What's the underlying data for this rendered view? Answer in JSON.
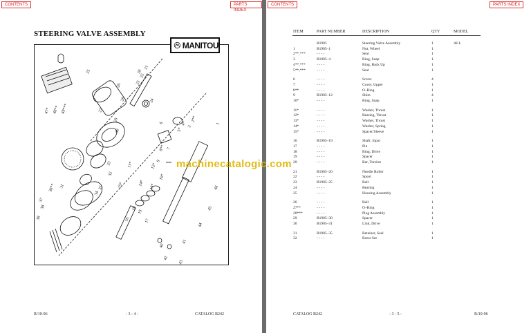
{
  "nav": {
    "contents": "CONTENTS",
    "parts_index": "PARTS INDEX"
  },
  "left_page": {
    "title": "STEERING VALVE ASSEMBLY",
    "logo_text": "MANITOU",
    "footer_left": "R/10-96",
    "footer_center": "- 3 - 4 -",
    "footer_right": "CATALOG B242"
  },
  "right_page": {
    "headers": {
      "item": "ITEM",
      "part_number": "PART NUMBER",
      "description": "DESCRIPTION",
      "qty": "QTY",
      "model": "MODEL"
    },
    "rows": [
      {
        "item": "",
        "part": "B1905",
        "desc": "Steering Valve Assembly",
        "qty": "1",
        "model": "ALL"
      },
      {
        "item": "1",
        "part": "B1905–1",
        "desc": "Nut, Wheel",
        "qty": "1",
        "model": ""
      },
      {
        "item": "2**,***",
        "part": "- - - -",
        "desc": "Seal",
        "qty": "1",
        "model": ""
      },
      {
        "item": "3",
        "part": "B1905–4",
        "desc": "Ring, Snap",
        "qty": "1",
        "model": ""
      },
      {
        "item": "4**,***",
        "part": "- - - -",
        "desc": "Ring, Back Up",
        "qty": "1",
        "model": ""
      },
      {
        "item": "5**,***",
        "part": "- - - -",
        "desc": "Seal",
        "qty": "1",
        "model": ""
      },
      {
        "item": "6",
        "part": "- - - -",
        "desc": "Screw",
        "qty": "4",
        "model": ""
      },
      {
        "item": "7",
        "part": "- - - -",
        "desc": "Cover, Upper",
        "qty": "1",
        "model": ""
      },
      {
        "item": "8**",
        "part": "- - - -",
        "desc": "O–Ring",
        "qty": "1",
        "model": ""
      },
      {
        "item": "9",
        "part": "B1905–12",
        "desc": "Shim",
        "qty": "4",
        "model": ""
      },
      {
        "item": "10*",
        "part": "- - - -",
        "desc": "Ring, Snap",
        "qty": "1",
        "model": ""
      },
      {
        "item": "11*",
        "part": "- - - -",
        "desc": "Washer, Thrust",
        "qty": "1",
        "model": ""
      },
      {
        "item": "12*",
        "part": "- - - -",
        "desc": "Bearing, Thrust",
        "qty": "1",
        "model": ""
      },
      {
        "item": "13*",
        "part": "- - - -",
        "desc": "Washer, Thrust",
        "qty": "1",
        "model": ""
      },
      {
        "item": "14*",
        "part": "- - - -",
        "desc": "Washer, Spring",
        "qty": "1",
        "model": ""
      },
      {
        "item": "15*",
        "part": "- - - -",
        "desc": "Spacer/Sleeve",
        "qty": "1",
        "model": ""
      },
      {
        "item": "16",
        "part": "B1905–19",
        "desc": "Shaft, Input",
        "qty": "1",
        "model": ""
      },
      {
        "item": "17",
        "part": "- - - -",
        "desc": "Pin",
        "qty": "1",
        "model": ""
      },
      {
        "item": "18",
        "part": "- - - -",
        "desc": "Ring, Drive",
        "qty": "1",
        "model": ""
      },
      {
        "item": "19",
        "part": "- - - -",
        "desc": "Spacer",
        "qty": "1",
        "model": ""
      },
      {
        "item": "20",
        "part": "- - - -",
        "desc": "Bar, Torsion",
        "qty": "1",
        "model": ""
      },
      {
        "item": "21",
        "part": "B1905–20",
        "desc": "Needle Roller",
        "qty": "1",
        "model": ""
      },
      {
        "item": "22",
        "part": "- - - -",
        "desc": "Spool",
        "qty": "1",
        "model": ""
      },
      {
        "item": "23",
        "part": "B1905–25",
        "desc": "Ball",
        "qty": "1",
        "model": ""
      },
      {
        "item": "24",
        "part": "- - - -",
        "desc": "Bearing",
        "qty": "1",
        "model": ""
      },
      {
        "item": "25",
        "part": "- - - -",
        "desc": "Housing Assembly",
        "qty": "1",
        "model": ""
      },
      {
        "item": "26",
        "part": "- - - -",
        "desc": "Ball",
        "qty": "1",
        "model": ""
      },
      {
        "item": "27**",
        "part": "- - - -",
        "desc": "O–Ring",
        "qty": "1",
        "model": ""
      },
      {
        "item": "28***",
        "part": "- - - -",
        "desc": "Plug Assembly",
        "qty": "1",
        "model": ""
      },
      {
        "item": "29",
        "part": "B1905–30",
        "desc": "Spacer",
        "qty": "1",
        "model": ""
      },
      {
        "item": "30",
        "part": "B1905–31",
        "desc": "Link, Drive",
        "qty": "1",
        "model": ""
      },
      {
        "item": "31",
        "part": "B1905–35",
        "desc": "Retainer, Seal",
        "qty": "1",
        "model": ""
      },
      {
        "item": "32",
        "part": "- - - -",
        "desc": "Rotor Set",
        "qty": "1",
        "model": ""
      }
    ],
    "footer_left": "CATALOG B242",
    "footer_center": "- 3 - 5 -",
    "footer_right": "R/10-96"
  },
  "watermark": "machinecatalogic.com",
  "diagram_labels": [
    "1",
    "2**",
    "3",
    "4*",
    "5*",
    "6",
    "7",
    "8**",
    "9",
    "10*",
    "11*",
    "12*",
    "13*",
    "14*",
    "15*",
    "16",
    "17",
    "18",
    "19",
    "20",
    "21",
    "22",
    "23",
    "24",
    "25",
    "26",
    "27",
    "28",
    "29",
    "30",
    "31",
    "32",
    "33",
    "34",
    "35",
    "36**",
    "37",
    "38",
    "39",
    "40",
    "41",
    "42",
    "43",
    "44",
    "45",
    "46",
    "47*",
    "48**",
    "49***"
  ]
}
